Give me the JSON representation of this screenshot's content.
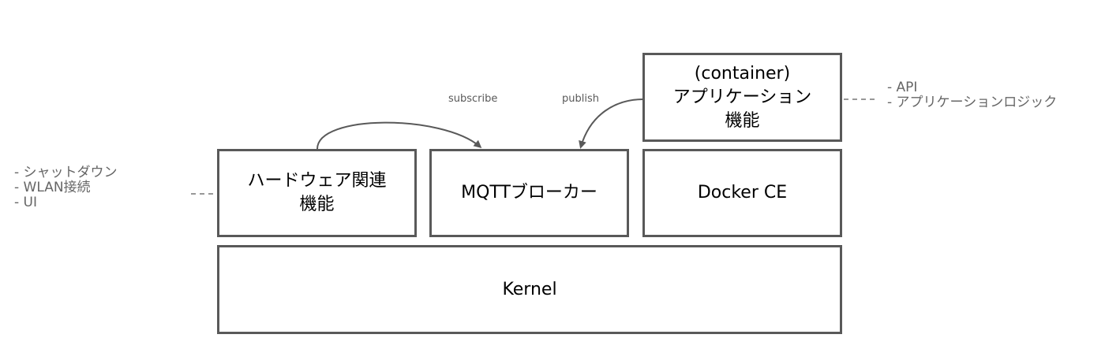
{
  "boxes": {
    "kernel": "Kernel",
    "hardware": [
      "ハードウェア関連",
      "機能"
    ],
    "mqtt": "MQTTブローカー",
    "docker": "Docker CE",
    "app": [
      "(container)",
      "アプリケーション",
      "機能"
    ]
  },
  "arrows": {
    "subscribe": "subscribe",
    "publish": "publish"
  },
  "notes": {
    "hardware": [
      "- シャットダウン",
      "- WLAN接続",
      "- UI"
    ],
    "app": [
      "- API",
      "- アプリケーションロジック"
    ]
  }
}
